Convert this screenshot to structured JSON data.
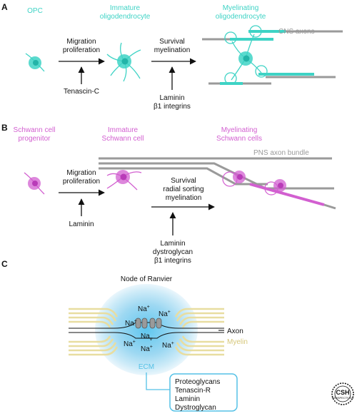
{
  "panels": {
    "a": {
      "label": "A",
      "stage1": "OPC",
      "stage2": [
        "Immature",
        "oligodendrocyte"
      ],
      "stage3": [
        "Myelinating",
        "oligodendrocyte"
      ],
      "axons_label": "CNS axons",
      "step1": [
        "Migration",
        "proliferation"
      ],
      "step2": [
        "Survival",
        "myelination"
      ],
      "factor1": [
        "Tenascin-C"
      ],
      "factor2": [
        "Laminin",
        "β1 integrins"
      ]
    },
    "b": {
      "label": "B",
      "stage1": [
        "Schwann cell",
        "progenitor"
      ],
      "stage2": [
        "Immature",
        "Schwann cell"
      ],
      "stage3": [
        "Myelinating",
        "Schwann cells"
      ],
      "axons_label": "PNS axon bundle",
      "step1": [
        "Migration",
        "proliferation"
      ],
      "step2": [
        "Survival",
        "radial sorting",
        "myelination"
      ],
      "factor1": [
        "Laminin"
      ],
      "factor2": [
        "Laminin",
        "dystroglycan",
        "β1 integrins"
      ]
    },
    "c": {
      "label": "C",
      "title": "Node of Ranvier",
      "na": "Na",
      "na_sup": "+",
      "nav": "Na",
      "nav_sub": "v",
      "axon": "Axon",
      "myelin": "Myelin",
      "ecm": "ECM",
      "ecm_items": [
        "Proteoglycans",
        "Tenascin-R",
        "Laminin",
        "Dystroglycan"
      ]
    }
  },
  "logo": {
    "main": "CSH",
    "sub": "PERSPECTIVES"
  },
  "colors": {
    "oligodendrocyte": "#3ED3C5",
    "oligodendrocyte_nucleus": "#23B4A8",
    "schwann": "#D25FD0",
    "schwann_nucleus": "#B93BB8",
    "axon": "#9a9a9a",
    "myelin": "#E8DDA0",
    "ecm_glow": "#A8DDF3",
    "ecm_box": "#55C1E6"
  }
}
